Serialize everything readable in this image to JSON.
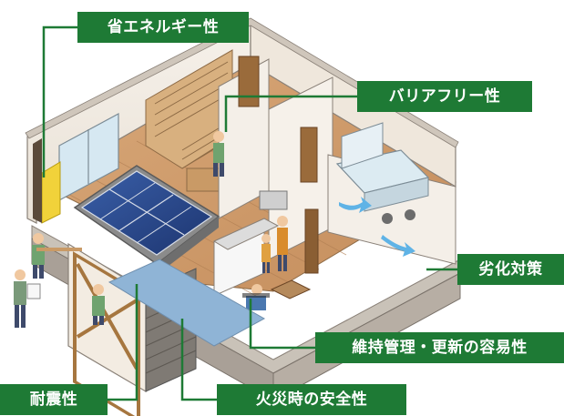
{
  "colors": {
    "label_bg": "#1e7a35",
    "label_text": "#ffffff",
    "leader_line": "#1e7a35"
  },
  "labels": {
    "energy_saving": "省エネルギー性",
    "barrier_free": "バリアフリー性",
    "deterioration": "劣化対策",
    "maintenance": "維持管理・更新の容易性",
    "earthquake": "耐震性",
    "fire_safety": "火災時の安全性"
  },
  "illustration": {
    "subject": "house-cutaway-illustration",
    "icons": [
      "solar-panel-icon",
      "staircase-icon",
      "bathtub-icon",
      "kitchen-icon",
      "worker-icon",
      "inspector-icon",
      "family-icon",
      "airflow-arrow-icon"
    ]
  }
}
